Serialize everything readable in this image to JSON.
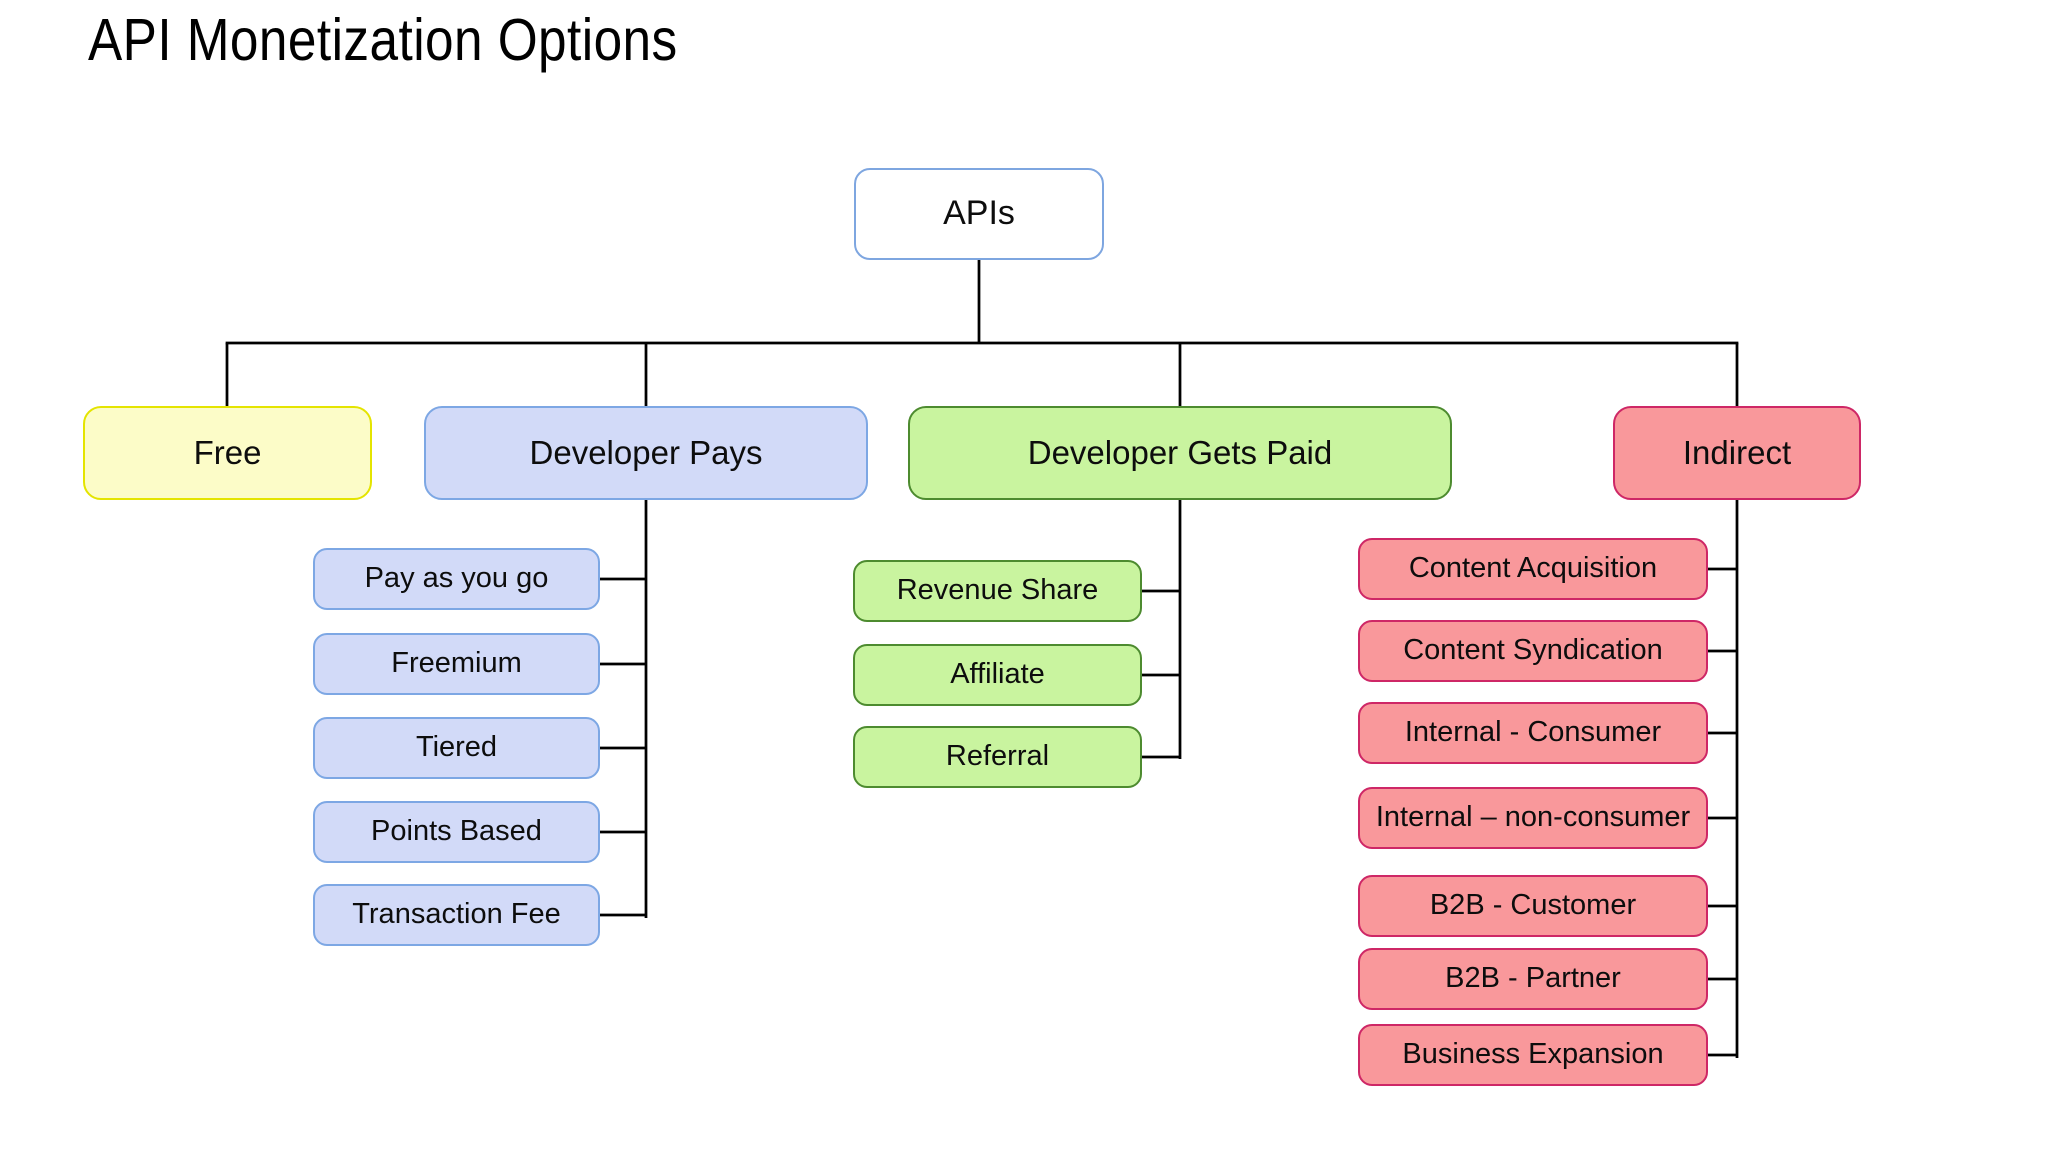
{
  "title": "API Monetization Options",
  "root": {
    "label": "APIs",
    "fill": "#FFFFFF",
    "border": "#7EA6E0"
  },
  "colors": {
    "background": "#FFFFFF",
    "line": "#000000",
    "title_text": "#000000"
  },
  "branches": [
    {
      "label": "Free",
      "fill": "#FCFCC8",
      "border": "#E4E400",
      "children": []
    },
    {
      "label": "Developer Pays",
      "fill": "#D2DAF8",
      "border": "#7DA7E4",
      "children": [
        "Pay as you go",
        "Freemium",
        "Tiered",
        "Points Based",
        "Transaction Fee"
      ]
    },
    {
      "label": "Developer Gets Paid",
      "fill": "#C9F49F",
      "border": "#4D8B2F",
      "children": [
        "Revenue Share",
        "Affiliate",
        "Referral"
      ]
    },
    {
      "label": "Indirect",
      "fill": "#F9989B",
      "border": "#CE2766",
      "children": [
        "Content Acquisition",
        "Content Syndication",
        "Internal - Consumer",
        "Internal – non-consumer",
        "B2B - Customer",
        "B2B - Partner",
        "Business Expansion"
      ]
    }
  ]
}
